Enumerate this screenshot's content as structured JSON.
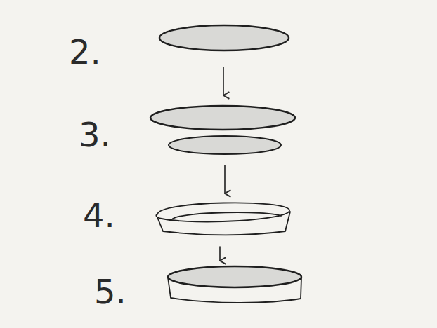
{
  "diagram": {
    "labels": [
      "2.",
      "3.",
      "4.",
      "5."
    ]
  }
}
